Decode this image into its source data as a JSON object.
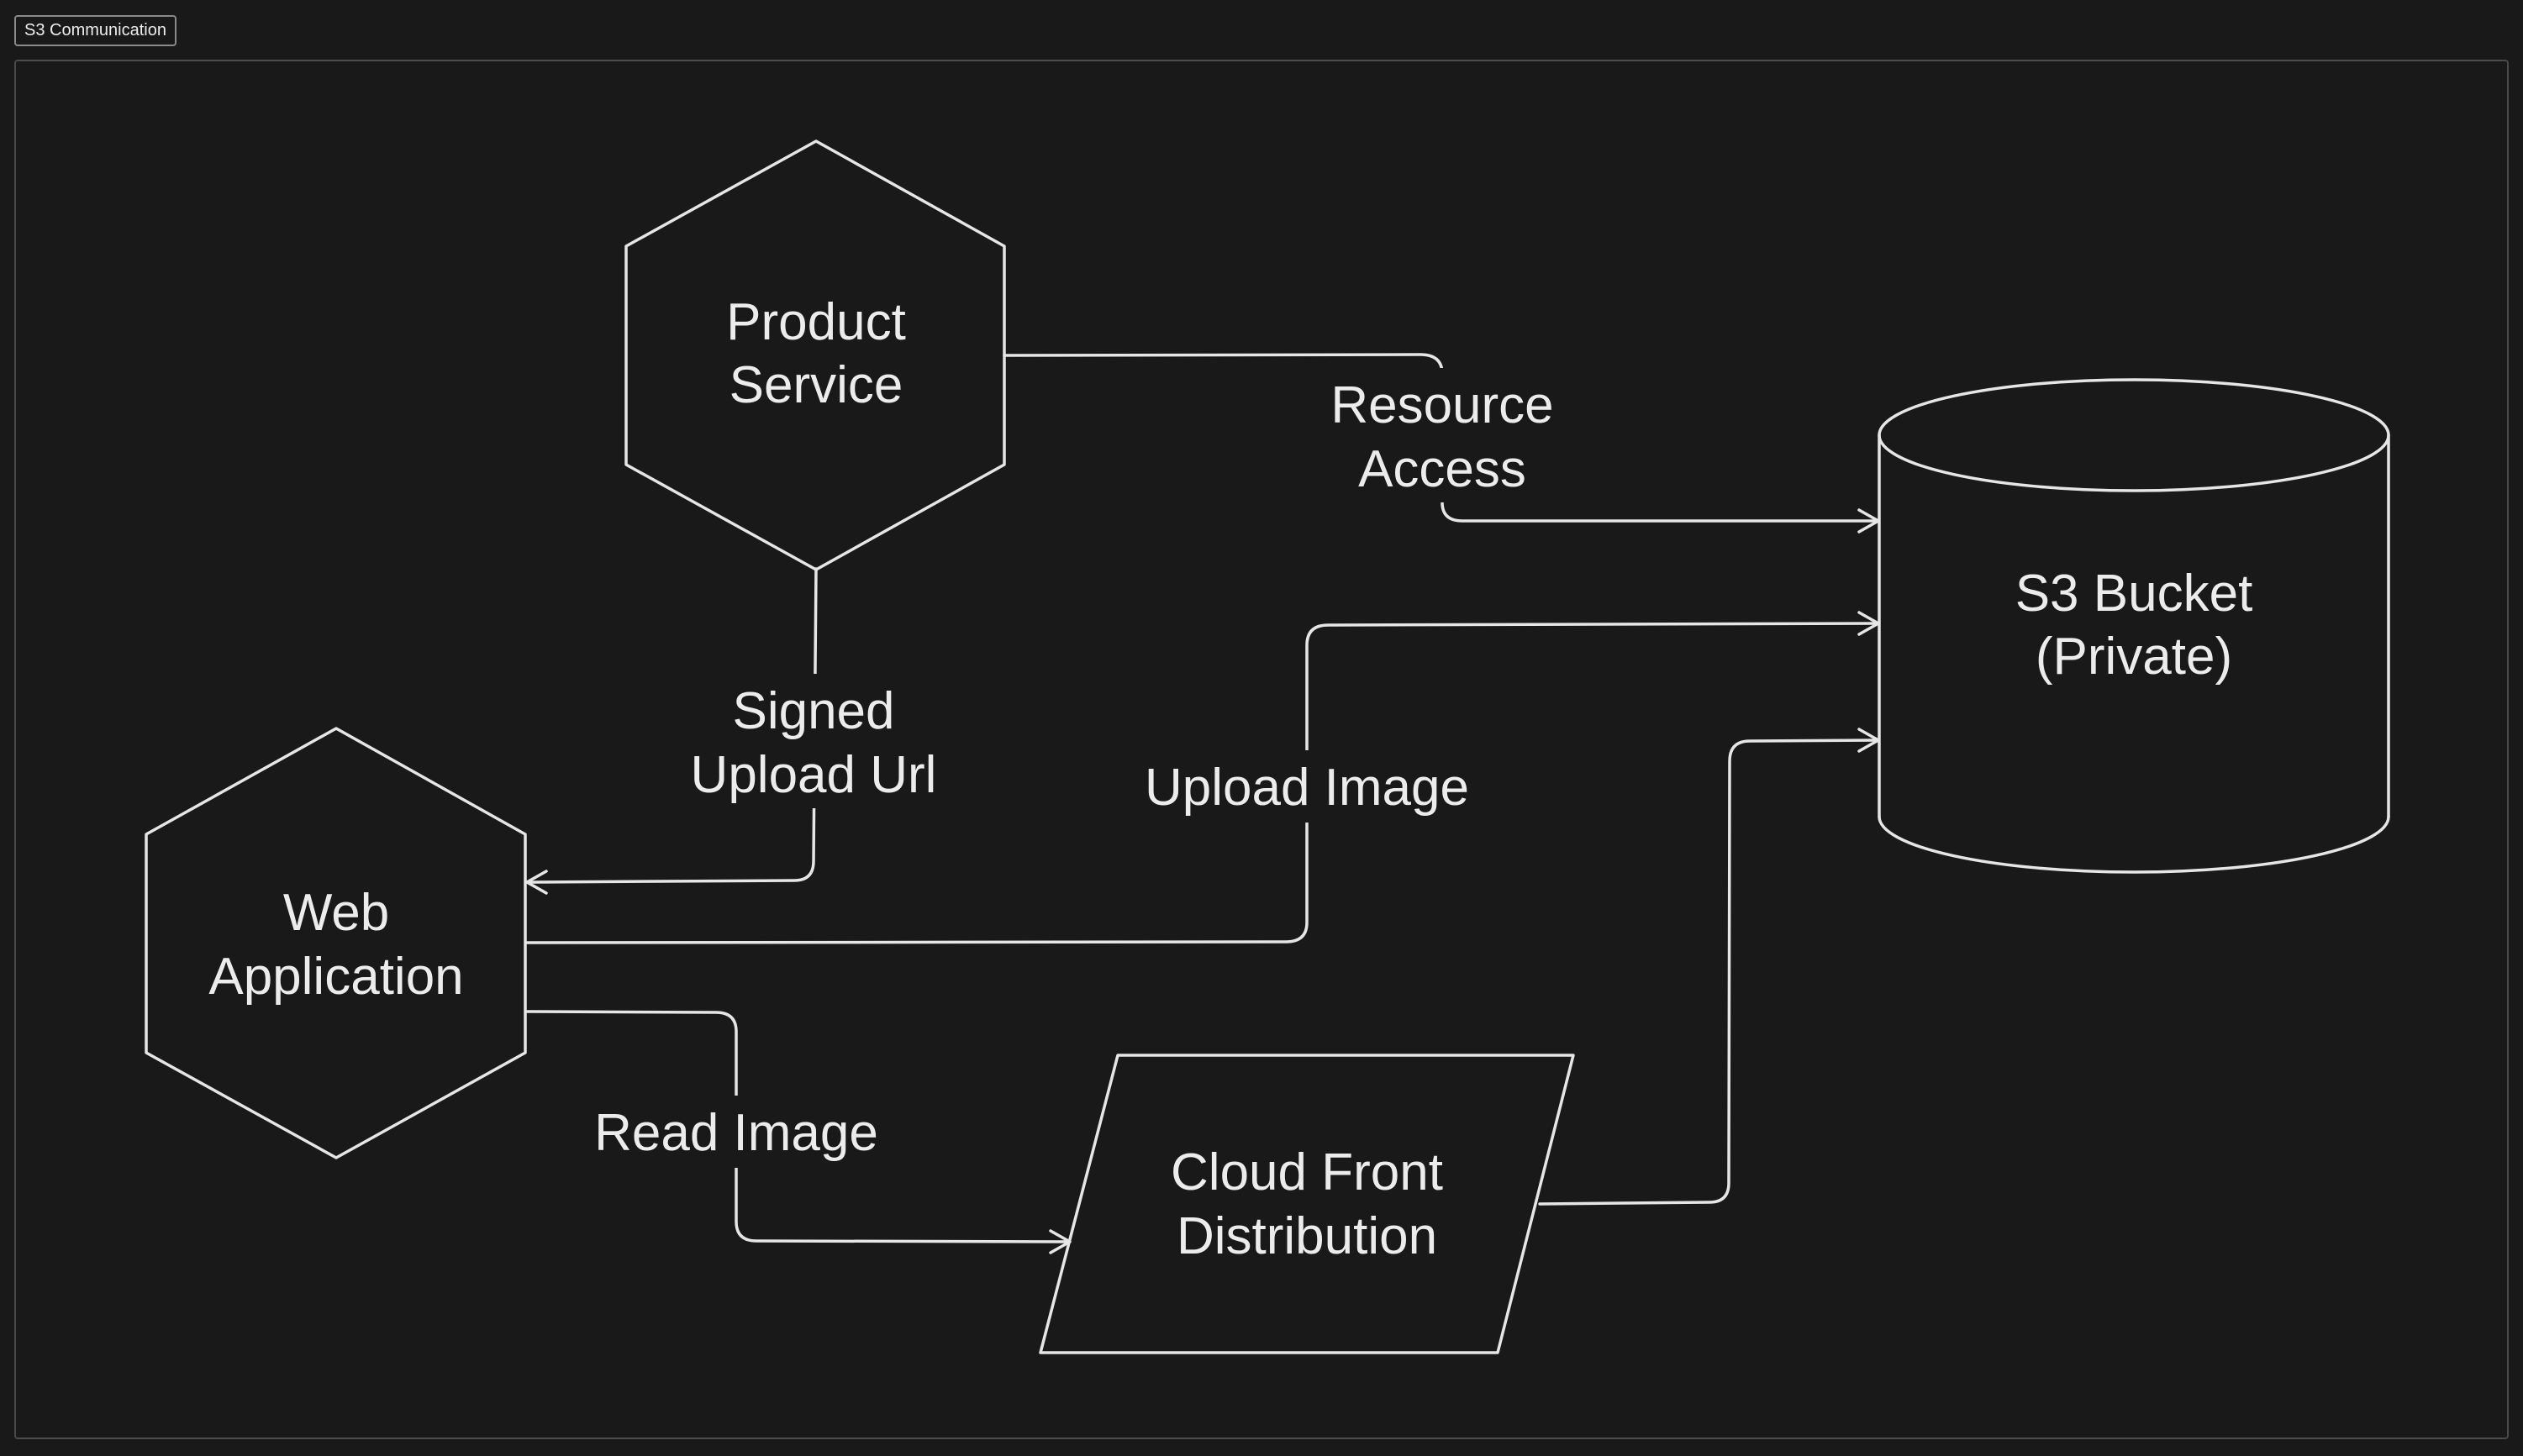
{
  "frame": {
    "title": "S3 Communication"
  },
  "nodes": {
    "product_service": {
      "line1": "Product",
      "line2": "Service"
    },
    "web_application": {
      "line1": "Web",
      "line2": "Application"
    },
    "s3_bucket": {
      "line1": "S3 Bucket",
      "line2": "(Private)"
    },
    "cloud_front": {
      "line1": "Cloud Front",
      "line2": "Distribution"
    }
  },
  "edges": {
    "resource_access": {
      "line1": "Resource",
      "line2": "Access"
    },
    "signed_upload_url": {
      "line1": "Signed",
      "line2": "Upload Url"
    },
    "upload_image": {
      "line1": "Upload Image"
    },
    "read_image": {
      "line1": "Read Image"
    }
  },
  "colors": {
    "background": "#191919",
    "stroke": "#e6e6e6",
    "text": "#ececec"
  }
}
